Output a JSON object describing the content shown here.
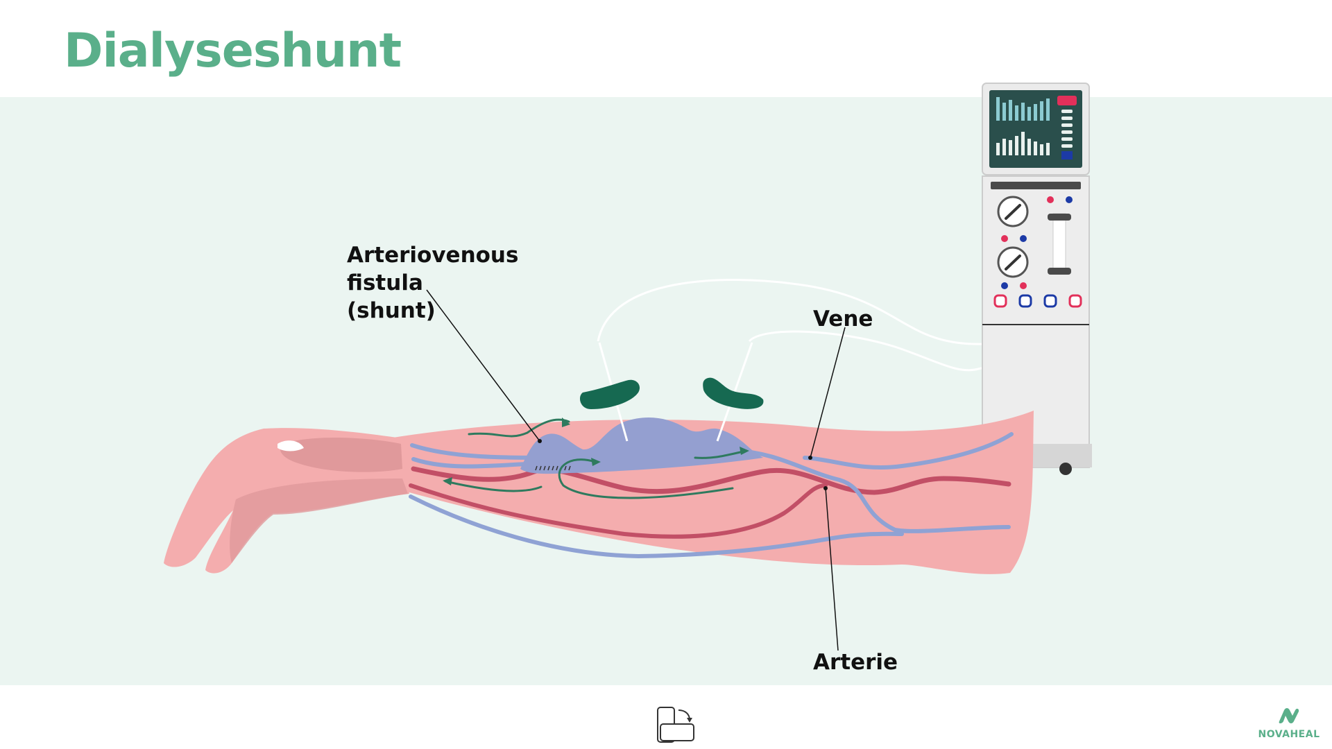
{
  "title": "Dialyseshunt",
  "labels": {
    "fistula": "Arteriovenous\nfistula\n(shunt)",
    "vein": "Vene",
    "artery": "Arterie"
  },
  "brand": {
    "name": "NOVAHEAL"
  },
  "colors": {
    "accent": "#5aaf8a",
    "panel_bg": "#ebf5f1",
    "skin": "#f4adae",
    "skin_dark": "#e0999b",
    "vein": "#8fa2d4",
    "artery": "#c24f66",
    "fistula": "#949fd0",
    "flow_arrow": "#2e7a5e",
    "needle_holder": "#166951",
    "machine_body": "#ededed",
    "machine_screen": "#2a4f4c",
    "indicator_red": "#e2305a",
    "indicator_blue": "#1c3aa6"
  },
  "icons": {
    "rotate_device": "rotate-device-icon",
    "brand_logo": "novaheal-logo-icon"
  }
}
